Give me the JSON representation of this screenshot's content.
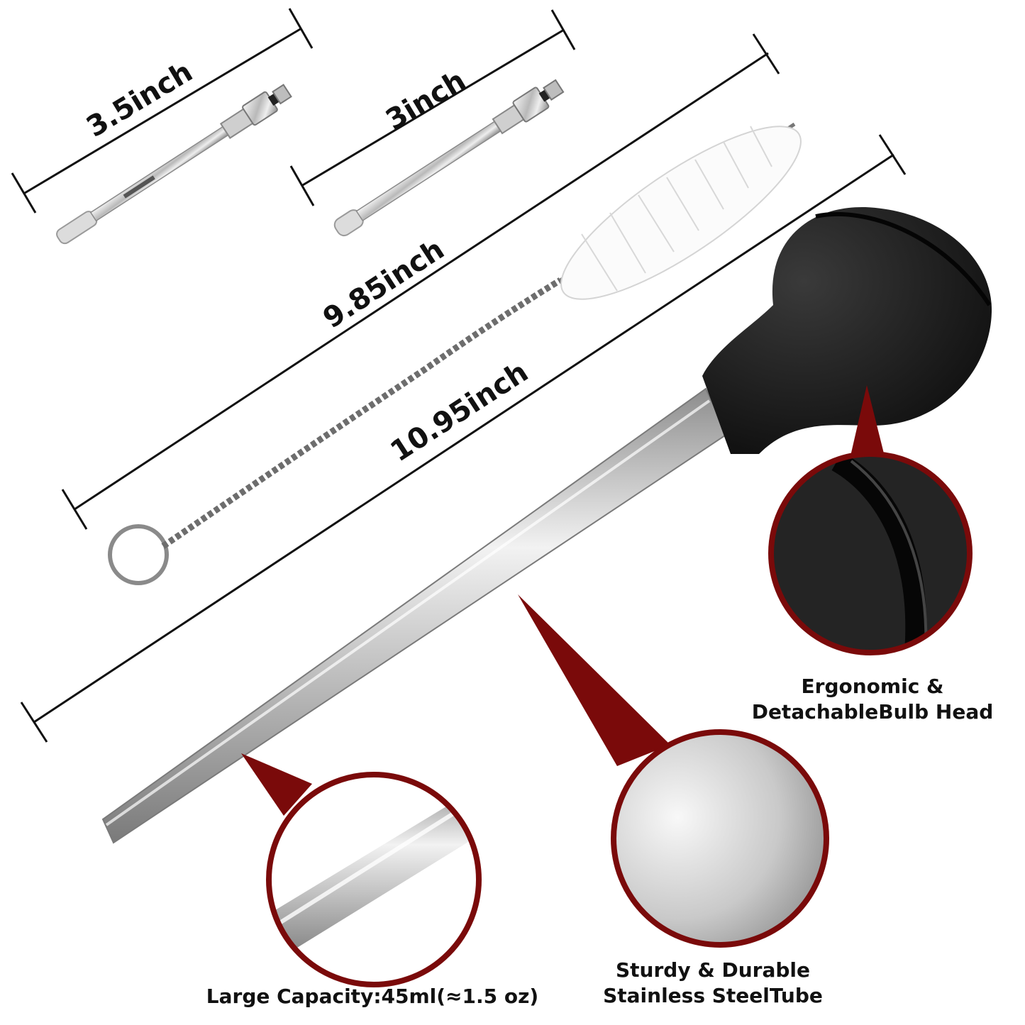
{
  "dimensions": {
    "injector_a": "3.5inch",
    "injector_b": "3inch",
    "brush": "9.85inch",
    "baster": "10.95inch"
  },
  "features": {
    "bulb": [
      "Ergonomic &",
      "DetachableBulb Head"
    ],
    "tube": [
      "Sturdy & Durable",
      "Stainless SteelTube"
    ],
    "tip": "Large Capacity:45ml(≈1.5 oz)"
  },
  "colors": {
    "accent": "#7a0a0a",
    "bulb": "#1a1a1a",
    "steel": "#c8c8c8",
    "ink": "#111111"
  }
}
